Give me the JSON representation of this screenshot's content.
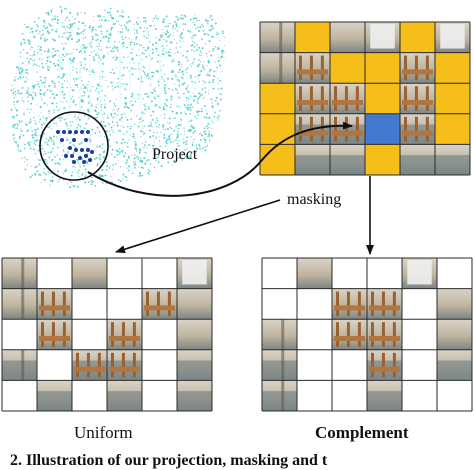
{
  "labels": {
    "project": "Project",
    "masking": "masking",
    "uniform": "Uniform",
    "complement": "Complement"
  },
  "caption": "2. Illustration of our projection, masking and t",
  "colors": {
    "mask": "#f5be1a",
    "selected": "#4479d0",
    "point_cloud": "#4fc9c9",
    "projected_points": "#1f3c9c",
    "white_cell": "#ffffff",
    "grid_line": "#2a2a2a"
  },
  "grids": {
    "top": {
      "rows": 5,
      "cols": 6,
      "cells": [
        [
          "photo",
          "mask",
          "photo",
          "photo",
          "mask",
          "photo"
        ],
        [
          "photo",
          "photo",
          "mask",
          "mask",
          "photo",
          "mask"
        ],
        [
          "mask",
          "photo",
          "photo",
          "mask",
          "photo",
          "mask"
        ],
        [
          "mask",
          "photo",
          "photo",
          "selected",
          "photo",
          "mask"
        ],
        [
          "mask",
          "photo",
          "photo",
          "mask",
          "photo",
          "photo"
        ]
      ]
    },
    "uniform": {
      "rows": 5,
      "cols": 6,
      "cells": [
        [
          "photo",
          "white",
          "photo",
          "white",
          "white",
          "photo"
        ],
        [
          "photo",
          "photo",
          "white",
          "white",
          "photo",
          "photo"
        ],
        [
          "white",
          "photo",
          "white",
          "photo",
          "white",
          "photo"
        ],
        [
          "photo",
          "white",
          "photo",
          "photo",
          "white",
          "photo"
        ],
        [
          "white",
          "photo",
          "white",
          "photo",
          "white",
          "photo"
        ]
      ]
    },
    "complement": {
      "rows": 5,
      "cols": 6,
      "cells": [
        [
          "white",
          "photo",
          "white",
          "white",
          "photo",
          "white"
        ],
        [
          "white",
          "white",
          "photo",
          "photo",
          "white",
          "photo"
        ],
        [
          "photo",
          "white",
          "photo",
          "photo",
          "white",
          "photo"
        ],
        [
          "photo",
          "white",
          "white",
          "photo",
          "white",
          "photo"
        ],
        [
          "photo",
          "white",
          "white",
          "photo",
          "white",
          "white"
        ]
      ]
    }
  }
}
